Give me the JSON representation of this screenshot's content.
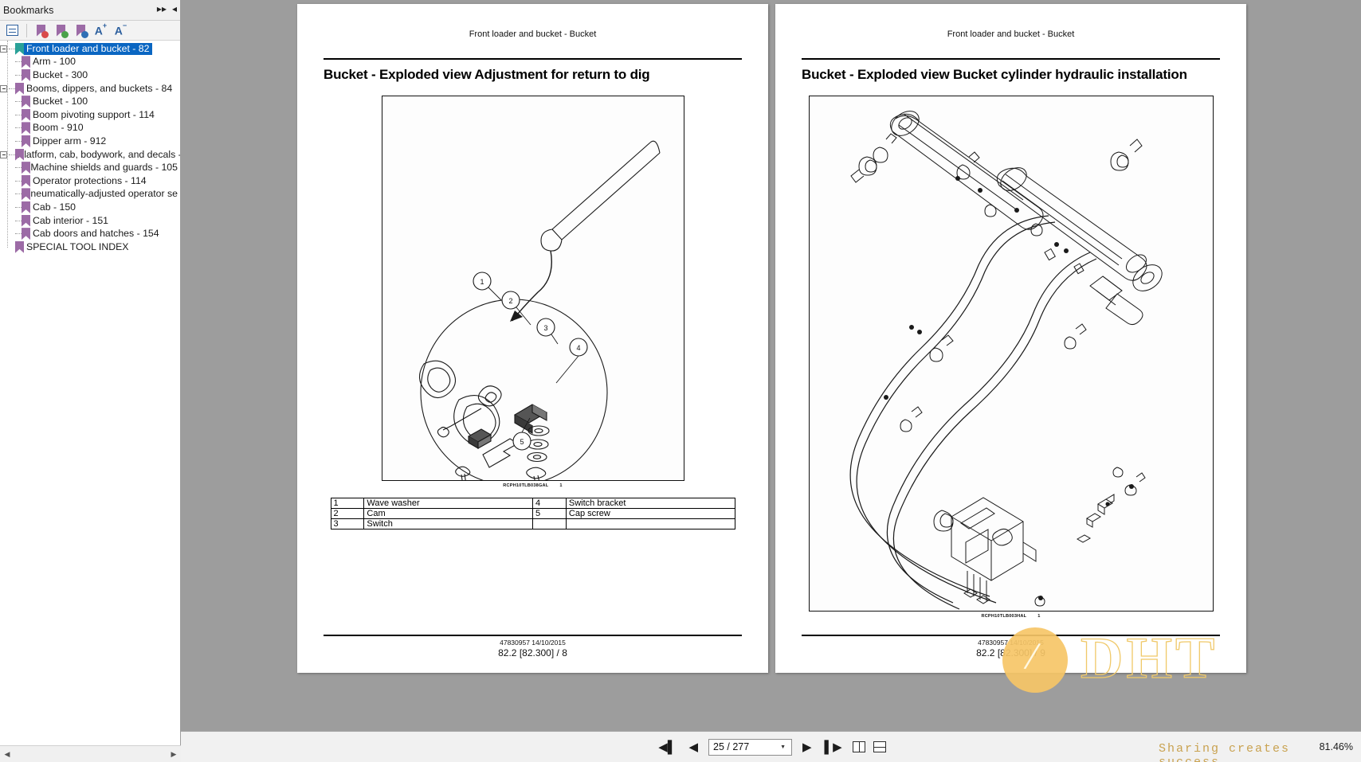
{
  "bookmarks_panel": {
    "title": "Bookmarks",
    "collapse_icon": "chevrons-right-icon",
    "close_icon": "chevron-left-icon",
    "toolbar": [
      {
        "name": "expand-current-bookmark",
        "icon": "list-icon"
      },
      {
        "name": "delete-bookmark",
        "icon": "bookmark-delete-icon"
      },
      {
        "name": "new-bookmark",
        "icon": "bookmark-add-icon"
      },
      {
        "name": "edit-bookmark",
        "icon": "bookmark-edit-icon"
      },
      {
        "name": "increase-text-size",
        "icon": "font-increase-icon",
        "label": "A",
        "sup": "+"
      },
      {
        "name": "decrease-text-size",
        "icon": "font-decrease-icon",
        "label": "A",
        "sup": "−"
      }
    ],
    "tree": [
      {
        "label": "Front loader and bucket - 82",
        "level": 0,
        "expander": true,
        "icon_color": "teal",
        "selected": true
      },
      {
        "label": "Arm - 100",
        "level": 1,
        "expander": false,
        "icon_color": "purple",
        "selected": false
      },
      {
        "label": "Bucket - 300",
        "level": 1,
        "expander": false,
        "icon_color": "purple",
        "selected": false
      },
      {
        "label": "Booms, dippers, and buckets - 84",
        "level": 0,
        "expander": true,
        "icon_color": "purple",
        "selected": false
      },
      {
        "label": "Bucket - 100",
        "level": 1,
        "expander": false,
        "icon_color": "purple",
        "selected": false
      },
      {
        "label": "Boom pivoting support - 114",
        "level": 1,
        "expander": false,
        "icon_color": "purple",
        "selected": false
      },
      {
        "label": "Boom - 910",
        "level": 1,
        "expander": false,
        "icon_color": "purple",
        "selected": false
      },
      {
        "label": "Dipper arm - 912",
        "level": 1,
        "expander": false,
        "icon_color": "purple",
        "selected": false
      },
      {
        "label": "Platform, cab, bodywork, and decals -",
        "level": 0,
        "expander": true,
        "icon_color": "purple",
        "selected": false
      },
      {
        "label": "Machine shields and guards - 105",
        "level": 1,
        "expander": false,
        "icon_color": "purple",
        "selected": false
      },
      {
        "label": "Operator protections - 114",
        "level": 1,
        "expander": false,
        "icon_color": "purple",
        "selected": false
      },
      {
        "label": "Pneumatically-adjusted operator se",
        "level": 1,
        "expander": false,
        "icon_color": "purple",
        "selected": false
      },
      {
        "label": "Cab - 150",
        "level": 1,
        "expander": false,
        "icon_color": "purple",
        "selected": false
      },
      {
        "label": "Cab interior - 151",
        "level": 1,
        "expander": false,
        "icon_color": "purple",
        "selected": false
      },
      {
        "label": "Cab doors and hatches - 154",
        "level": 1,
        "expander": false,
        "icon_color": "purple",
        "selected": false
      },
      {
        "label": "SPECIAL TOOL INDEX",
        "level": 0,
        "expander": false,
        "icon_color": "purple",
        "selected": false
      }
    ],
    "hscroll": {
      "left_arrow": "◀",
      "right_arrow": "▶"
    }
  },
  "pages": {
    "left": {
      "header": "Front loader and bucket - Bucket",
      "heading": "Bucket - Exploded view Adjustment for return to dig",
      "figure_caption_code": "RCPH10TLB038GAL",
      "figure_caption_num": "1",
      "callouts": [
        "1",
        "2",
        "3",
        "4",
        "5"
      ],
      "parts_table": {
        "rows": [
          {
            "n1": "1",
            "d1": "Wave washer",
            "n2": "4",
            "d2": "Switch bracket"
          },
          {
            "n1": "2",
            "d1": "Cam",
            "n2": "5",
            "d2": "Cap screw"
          },
          {
            "n1": "3",
            "d1": "Switch",
            "n2": "",
            "d2": ""
          }
        ]
      },
      "footer_line1": "47830957 14/10/2015",
      "footer_line2": "82.2 [82.300] / 8"
    },
    "right": {
      "header": "Front loader and bucket - Bucket",
      "heading": "Bucket - Exploded view Bucket cylinder hydraulic installation",
      "figure_caption_code": "RCPH10TLB003HAL",
      "figure_caption_num": "1",
      "footer_line1": "47830957 14/10/2015",
      "footer_line2": "82.2 [82.300] / 9"
    }
  },
  "bottom_toolbar": {
    "first_page_icon": "first-page-icon",
    "prev_page_icon": "previous-page-icon",
    "next_page_icon": "next-page-icon",
    "last_page_icon": "last-page-icon",
    "page_value": "25 / 277",
    "page_placeholder": "25 / 277",
    "dropdown_icon": "chevron-down-icon",
    "two_page_view_icon": "two-page-view-icon",
    "single_page_view_icon": "single-page-view-icon",
    "zoom_level": "81.46%"
  },
  "watermark": {
    "logo_text": "DHT",
    "tagline": "Sharing creates success.",
    "accent_color": "#f0c96a"
  }
}
